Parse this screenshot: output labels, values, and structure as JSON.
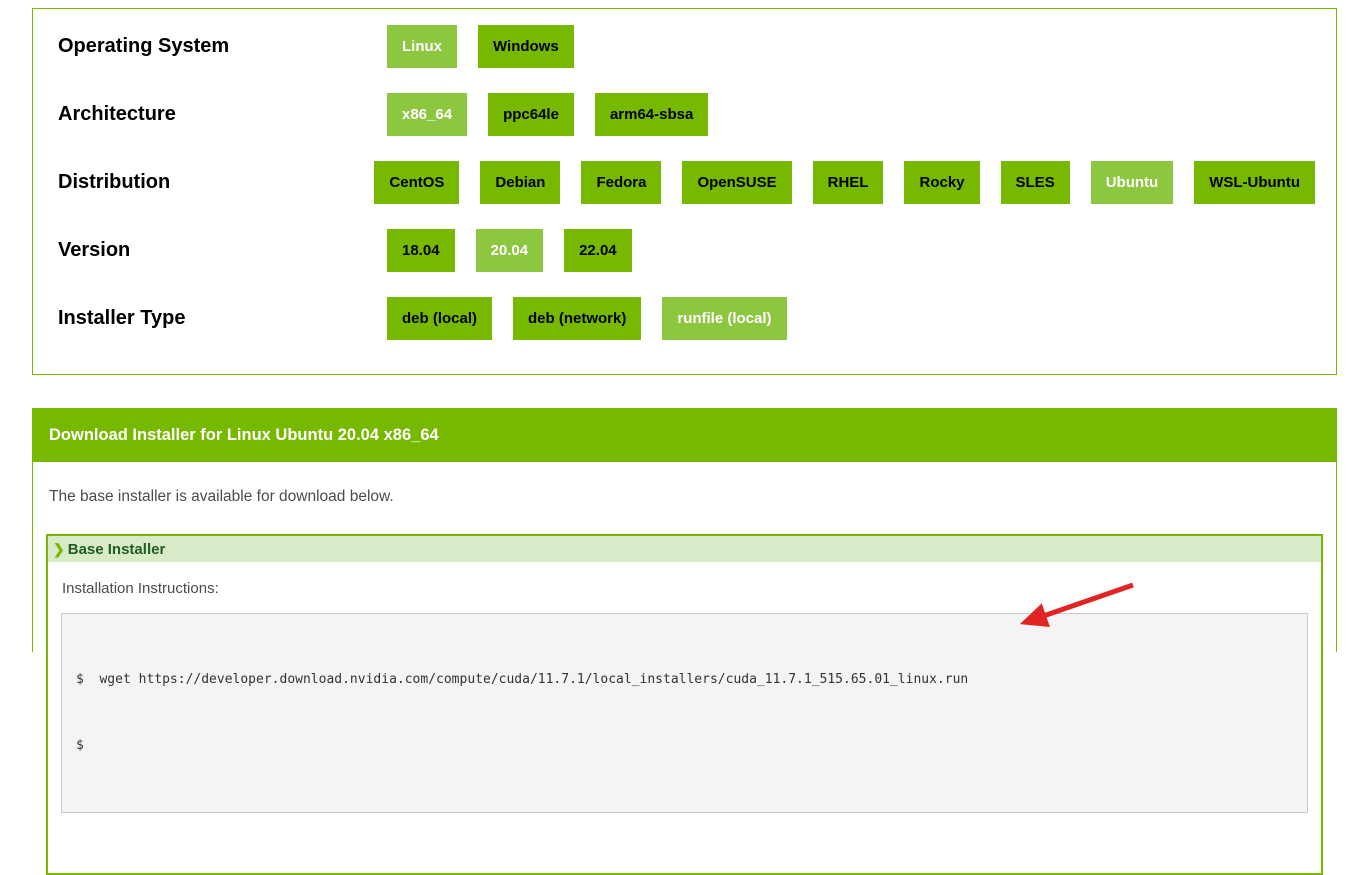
{
  "colors": {
    "accent_green": "#76b900",
    "selected_green": "#8dc63f",
    "section_header_bg": "#d8eac7",
    "section_title_text": "#215c21",
    "arrow_red": "#e02424"
  },
  "selector": {
    "rows": [
      {
        "label": "Operating System",
        "options": [
          {
            "label": "Linux",
            "selected": true
          },
          {
            "label": "Windows",
            "selected": false
          }
        ]
      },
      {
        "label": "Architecture",
        "options": [
          {
            "label": "x86_64",
            "selected": true
          },
          {
            "label": "ppc64le",
            "selected": false
          },
          {
            "label": "arm64-sbsa",
            "selected": false
          }
        ]
      },
      {
        "label": "Distribution",
        "options": [
          {
            "label": "CentOS",
            "selected": false
          },
          {
            "label": "Debian",
            "selected": false
          },
          {
            "label": "Fedora",
            "selected": false
          },
          {
            "label": "OpenSUSE",
            "selected": false
          },
          {
            "label": "RHEL",
            "selected": false
          },
          {
            "label": "Rocky",
            "selected": false
          },
          {
            "label": "SLES",
            "selected": false
          },
          {
            "label": "Ubuntu",
            "selected": true
          },
          {
            "label": "WSL-Ubuntu",
            "selected": false
          }
        ]
      },
      {
        "label": "Version",
        "options": [
          {
            "label": "18.04",
            "selected": false
          },
          {
            "label": "20.04",
            "selected": true
          },
          {
            "label": "22.04",
            "selected": false
          }
        ]
      },
      {
        "label": "Installer Type",
        "options": [
          {
            "label": "deb (local)",
            "selected": false
          },
          {
            "label": "deb (network)",
            "selected": false
          },
          {
            "label": "runfile (local)",
            "selected": true
          }
        ]
      }
    ]
  },
  "download": {
    "title": "Download Installer for Linux Ubuntu 20.04 x86_64",
    "availability": "The base installer is available for download below.",
    "chevron_icon": "❯",
    "section_title": "Base Installer",
    "instructions_label": "Installation Instructions:",
    "code_lines": {
      "line1": "$  wget https://developer.download.nvidia.com/compute/cuda/11.7.1/local_installers/cuda_11.7.1_515.65.01_linux.run",
      "line2": "$"
    }
  },
  "annotation": {
    "type": "red-arrow",
    "points_at": "cuda_11.7.1_515.65.01_linux.run"
  }
}
